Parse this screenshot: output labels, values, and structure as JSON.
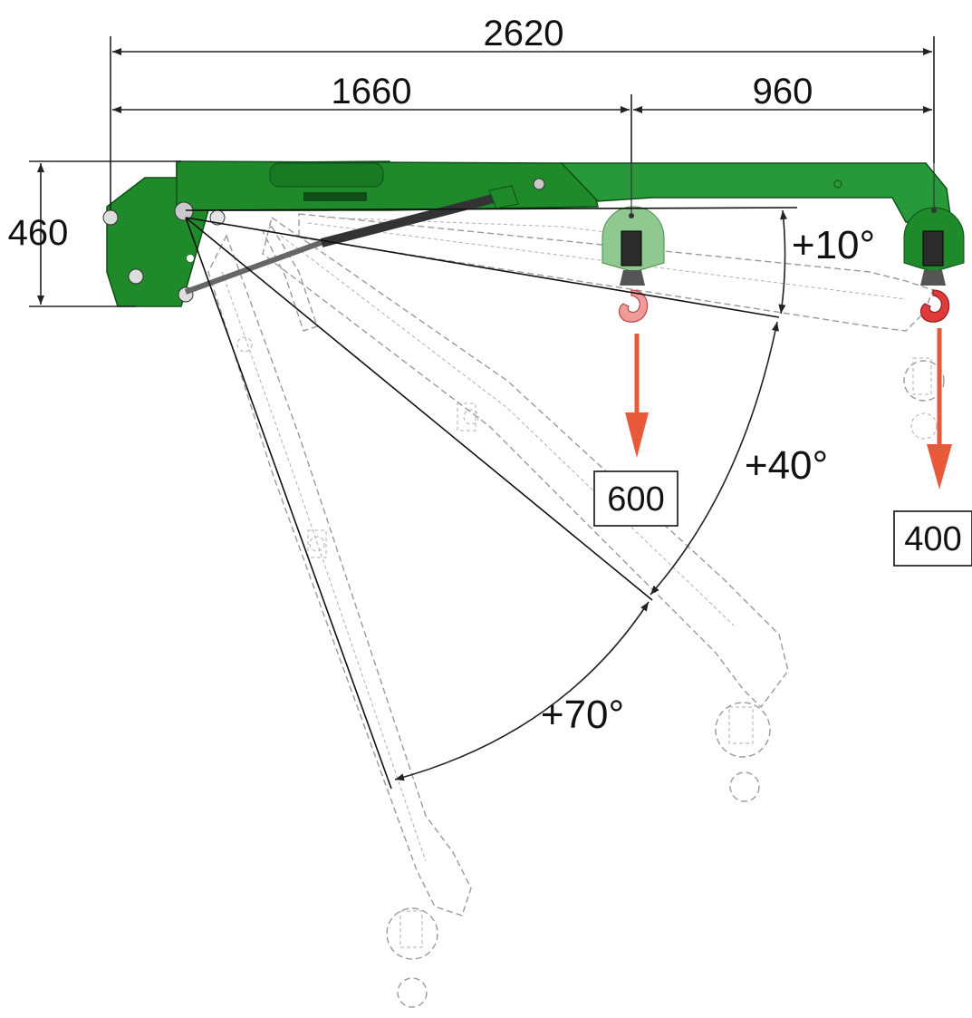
{
  "dimensions": {
    "total_length": "2620",
    "inner_length": "1660",
    "extension_length": "960",
    "height": "460"
  },
  "angles": {
    "up": "+10°",
    "down_mid": "+40°",
    "down_max": "+70°"
  },
  "loads": {
    "retracted": "600",
    "extended": "400"
  },
  "colors": {
    "boom_green": "#1e8a2a",
    "boom_green_light": "#2ea43a",
    "hook_head_light": "#8fc98f",
    "load_arrow": "#e8593a",
    "hook_red": "#e03a3a",
    "hook_red_light": "#f19a9a",
    "ghost_outline": "#9a9a9a"
  },
  "icons": {
    "load_arrow": "down-arrow-icon",
    "hook": "crane-hook-icon"
  }
}
